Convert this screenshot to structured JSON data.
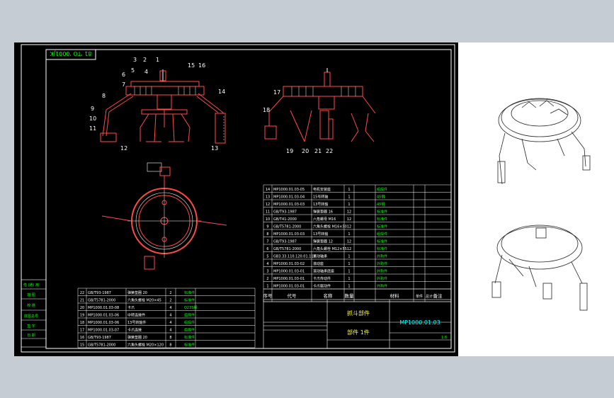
{
  "frame": {
    "top_label": "81 'TO '0001JK"
  },
  "balloons": {
    "front": [
      "3",
      "2",
      "1",
      "15",
      "16",
      "5",
      "6",
      "7",
      "4",
      "14",
      "8",
      "9",
      "10",
      "11",
      "12",
      "13"
    ],
    "side": [
      "17",
      "18",
      "19",
      "20",
      "21",
      "22"
    ]
  },
  "bom_upper": {
    "rows": [
      [
        "14",
        "MP1000.01.03-05",
        "电机安装座",
        "1",
        "组焊件"
      ],
      [
        "13",
        "MP1000.01.03-04",
        "15号转轴",
        "1",
        "45钢"
      ],
      [
        "12",
        "MP1000.01.03-03",
        "13号转轴",
        "1",
        "45钢"
      ],
      [
        "11",
        "GB/T93-1987",
        "弹簧垫圈 16",
        "12",
        "标准件"
      ],
      [
        "10",
        "GB/T41-2000",
        "六角螺母 M16",
        "12",
        "标准件"
      ],
      [
        "9",
        "GB/T5781-2000",
        "六角头螺栓 M16×50",
        "12",
        "标准件"
      ],
      [
        "8",
        "MP1000.01.03-03",
        "13号转轴",
        "1",
        "组焊件"
      ],
      [
        "7",
        "GB/T93-1987",
        "弹簧垫圈 12",
        "12",
        "标准件"
      ],
      [
        "6",
        "GB/T5781-2000",
        "六角头螺栓 M12×55",
        "12",
        "标准件"
      ],
      [
        "5",
        "GB3.33.110.120.01.11P",
        "滚动轴承",
        "1",
        "外购件"
      ],
      [
        "4",
        "MP1000.01.03-02",
        "滚动座",
        "1",
        "外购件"
      ],
      [
        "3",
        "MP1000.01.03-01",
        "滚动轴承底座",
        "1",
        "外购件"
      ],
      [
        "2",
        "MP1000.01.03-01",
        "卡爪传动件",
        "1",
        "外购件"
      ],
      [
        "1",
        "MP1000.01.03-01",
        "卡爪驱动件",
        "1",
        "外购件"
      ]
    ],
    "header": [
      "序号",
      "代号",
      "名称",
      "数量",
      "材料",
      "单件",
      "总计",
      "备注"
    ]
  },
  "bom_lower": [
    [
      "22",
      "GB/T93-1987",
      "弹簧垫圈 20",
      "2",
      "标准件"
    ],
    [
      "21",
      "GB/T5781-2000",
      "六角头螺栓 M20×45",
      "2",
      "标准件"
    ],
    [
      "20",
      "MP1000.01.03-08",
      "卡爪",
      "4",
      "Q235钢"
    ],
    [
      "19",
      "MP1000.01.03-06",
      "中转连接件",
      "4",
      "组焊件"
    ],
    [
      "18",
      "MP1000.01.03-06",
      "13号转轴件",
      "4",
      "组焊件"
    ],
    [
      "17",
      "MP1000.01.03-07",
      "卡爪连接",
      "4",
      "组焊件"
    ],
    [
      "16",
      "GB/T93-1987",
      "弹簧垫圈 20",
      "8",
      "标准件"
    ],
    [
      "15",
      "GB/T5781-2000",
      "六角头螺栓 M20×120",
      "8",
      "标准件"
    ]
  ],
  "title_block": {
    "part_name": "抓斗部件",
    "part_sub": "部件  1件",
    "drawing_no": "MP1000.01.03",
    "scale": "1:8"
  },
  "left_stamp": [
    "借 (通) 用",
    "描 图",
    "校 描",
    "底图总号",
    "签 字",
    "日 期"
  ],
  "colors": {
    "frame": "#ffffff",
    "drawing": "#ff4a4a",
    "text": "#ffff00",
    "accent": "#00ff00",
    "cyan": "#00ffff"
  }
}
